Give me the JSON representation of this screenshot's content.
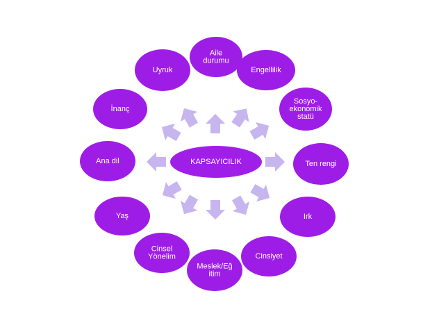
{
  "center": {
    "label": "KAPSAYICILIK"
  },
  "nodes": [
    {
      "id": "aile-durumu",
      "lines": [
        "Aile",
        "durumu"
      ]
    },
    {
      "id": "engellilik",
      "lines": [
        "Engellilik"
      ]
    },
    {
      "id": "sosyo-ekonomik",
      "lines": [
        "Sosyo-",
        "ekonomik",
        "statü"
      ]
    },
    {
      "id": "ten-rengi",
      "lines": [
        "Ten  rengi"
      ]
    },
    {
      "id": "irk",
      "lines": [
        "Irk"
      ]
    },
    {
      "id": "cinsiyet",
      "lines": [
        "Cinsiyet"
      ]
    },
    {
      "id": "meslek-egitim",
      "lines": [
        "Meslek/Eğ",
        "itim"
      ]
    },
    {
      "id": "cinsel-yonelim",
      "lines": [
        "Cinsel",
        "Yönelim"
      ]
    },
    {
      "id": "yas",
      "lines": [
        "Yaş"
      ]
    },
    {
      "id": "ana-dil",
      "lines": [
        "Ana dil"
      ]
    },
    {
      "id": "inanc",
      "lines": [
        "İnanç"
      ]
    },
    {
      "id": "uyruk",
      "lines": [
        "Uyruk"
      ]
    }
  ],
  "colors": {
    "node_fill": "#9e1de6",
    "center_fill": "#a01fe8",
    "arrow_fill": "#c7b5ef",
    "text": "#ffffff"
  }
}
